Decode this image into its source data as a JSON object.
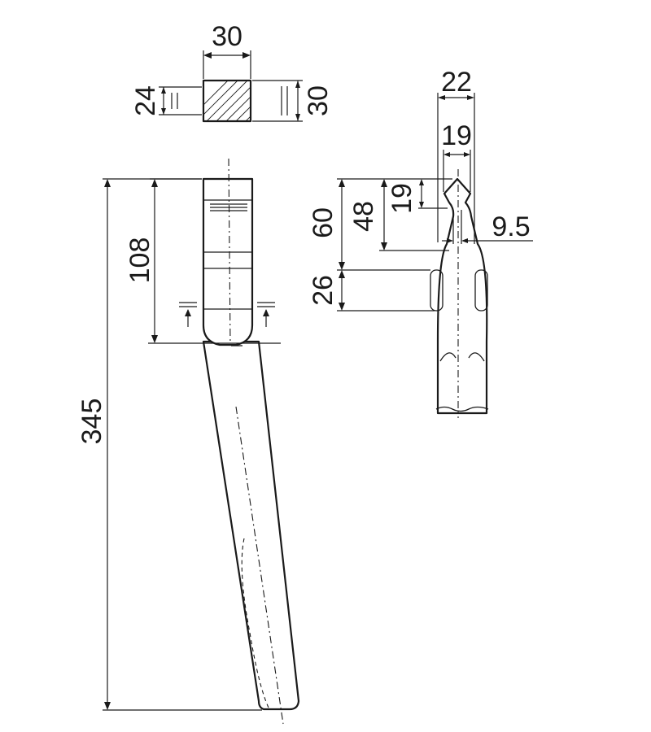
{
  "dimensions": {
    "section_width": "30",
    "section_inner_height": "24",
    "section_height": "30",
    "overall_length": "345",
    "blade_mount_length": "108",
    "tip_width": "22",
    "tip_inner_width": "19",
    "tip_point_height": "19",
    "tip_notch_height": "48",
    "tip_height": "60",
    "slot_length": "26",
    "slot_width": "9.5"
  }
}
